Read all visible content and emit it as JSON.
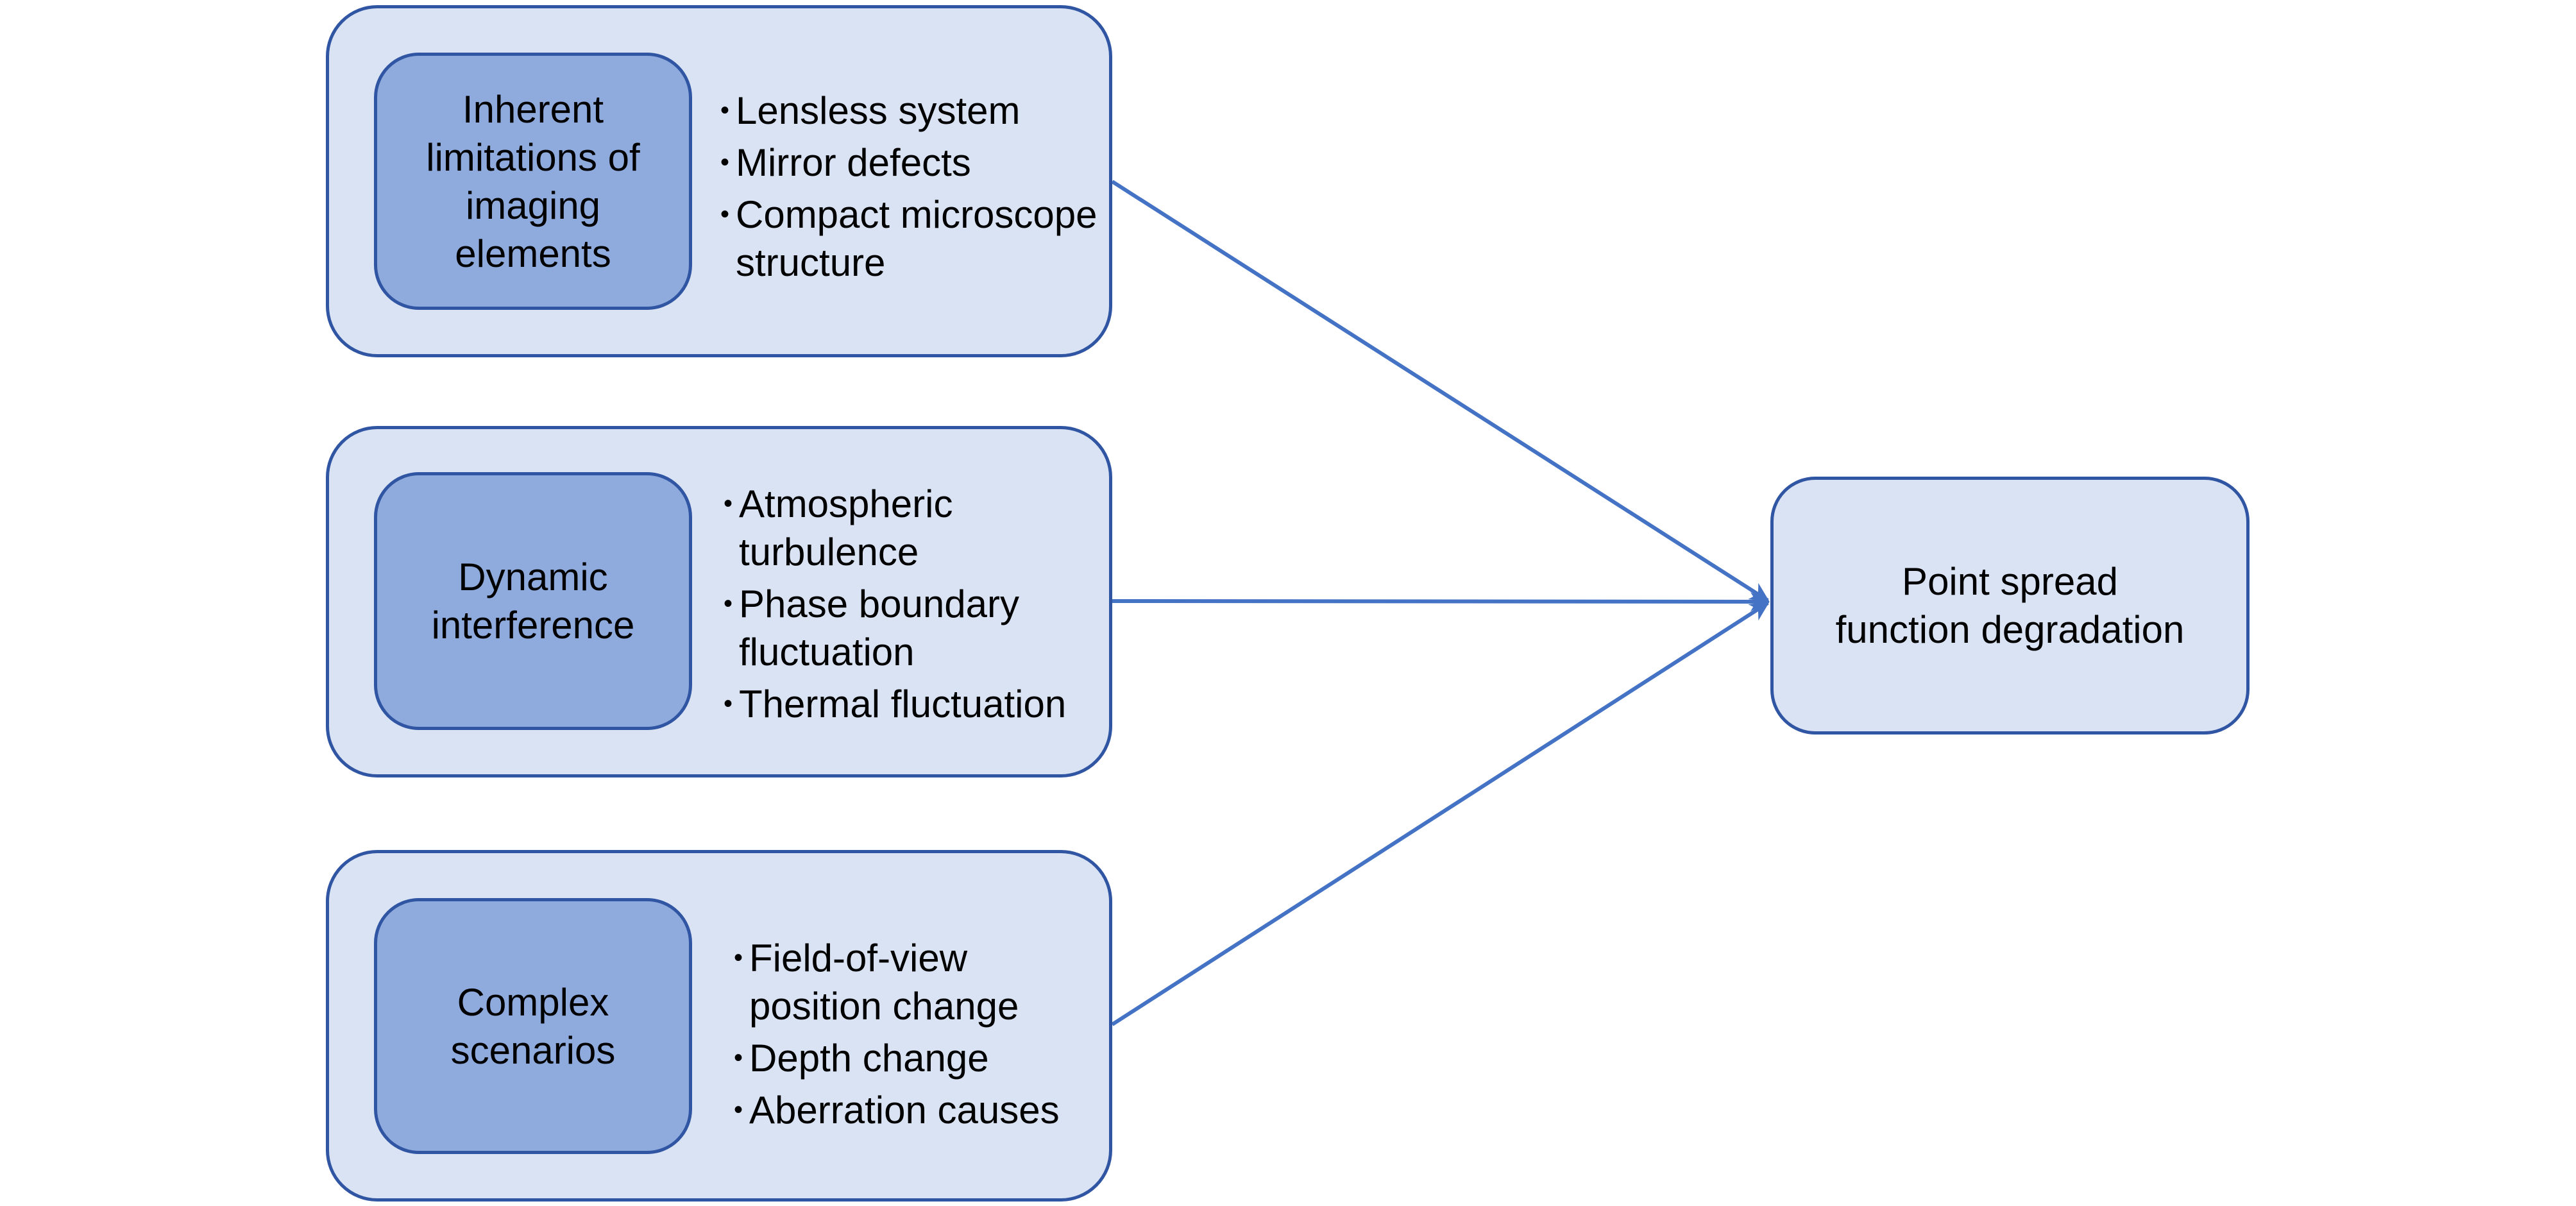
{
  "diagram": {
    "colors": {
      "outer_fill": "#DAE3F3",
      "inner_fill": "#8FAADC",
      "border": "#2F55A3",
      "arrow": "#4472C4",
      "text": "#000000"
    },
    "groups": [
      {
        "category": "Inherent\nlimitations of\nimaging\nelements",
        "items": [
          "Lensless system",
          "Mirror defects",
          "Compact microscope\nstructure"
        ]
      },
      {
        "category": "Dynamic\ninterference",
        "items": [
          "Atmospheric\nturbulence",
          "Phase boundary\nfluctuation",
          "Thermal fluctuation"
        ]
      },
      {
        "category": "Complex\nscenarios",
        "items": [
          "Field-of-view\nposition change",
          "Depth change",
          "Aberration causes"
        ]
      }
    ],
    "target": {
      "label": "Point spread\nfunction degradation"
    },
    "bullet_glyph": "•",
    "edges": [
      {
        "from": "groups.0",
        "to": "target"
      },
      {
        "from": "groups.1",
        "to": "target"
      },
      {
        "from": "groups.2",
        "to": "target"
      }
    ]
  }
}
